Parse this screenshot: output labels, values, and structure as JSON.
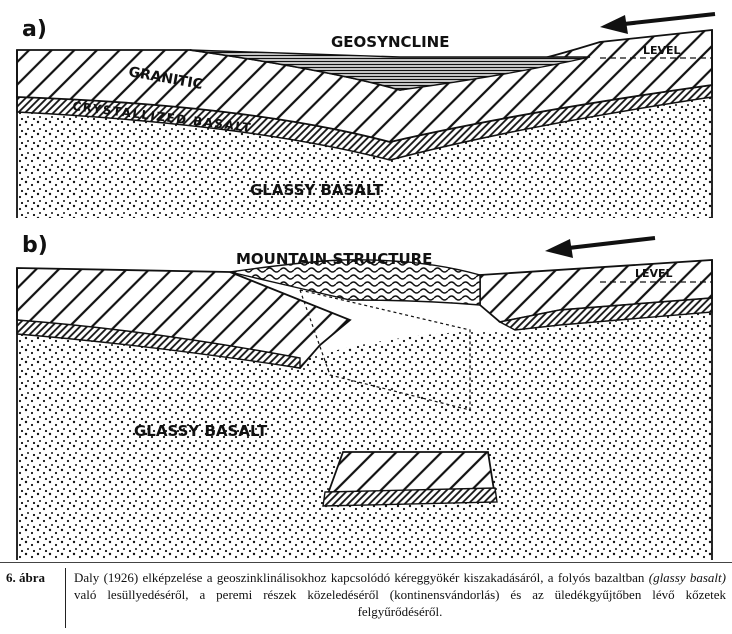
{
  "panel_a": {
    "letter": "a)",
    "geosyncline": "GEOSYNCLINE",
    "level": "LEVEL",
    "granitic": "GRANITIC",
    "crystallized_basalt": "CRYSTALLIZED BASALT",
    "glassy_basalt": "GLASSY BASALT"
  },
  "panel_b": {
    "letter": "b)",
    "mountain_structure": "MOUNTAIN STRUCTURE",
    "level": "LEVEL",
    "glassy_basalt": "GLASSY BASALT"
  },
  "caption": {
    "figure_number": "6. ábra",
    "text_before": "Daly (1926) elképzelése a geoszinklinálisokhoz kapcsolódó kéreggyökér kiszakadásáról, a folyós bazaltban ",
    "text_italic": "(glassy basalt)",
    "text_after": " való lesüllyedéséről, a peremi részek közeledéséről (kontinensvándorlás) és az üledékgyűjtőben lévő kőzetek felgyűrődéséről."
  }
}
